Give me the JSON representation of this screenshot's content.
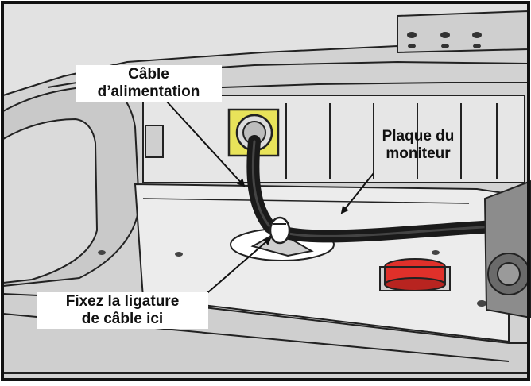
{
  "labels": {
    "power_cable": {
      "line1": "Câble",
      "line2": "d’alimentation"
    },
    "monitor_plate": {
      "line1": "Plaque du",
      "line2": "moniteur"
    },
    "cable_tie": {
      "line1": "Fixez la ligature",
      "line2": "de câble ici"
    }
  },
  "colors": {
    "frame": "#111111",
    "housing": "#d7d7d7",
    "housing_dark": "#bdbdbd",
    "plate": "#ececec",
    "connector": "#e8e35a",
    "button": "#e0302a",
    "cable": "#1a1a1a"
  }
}
